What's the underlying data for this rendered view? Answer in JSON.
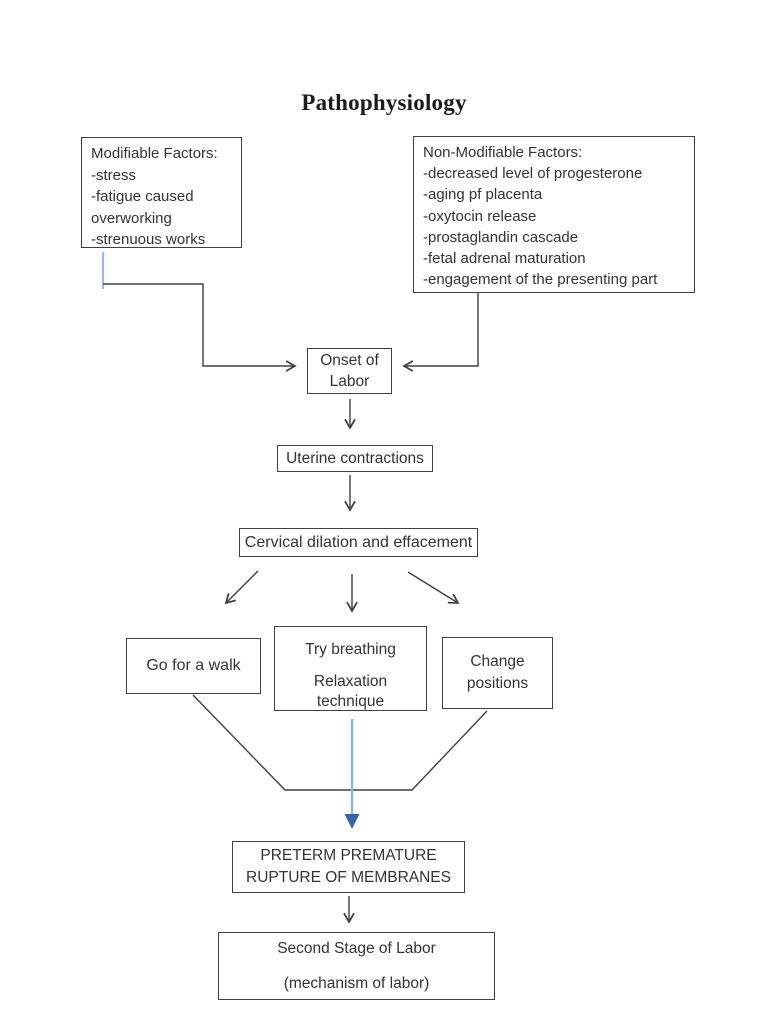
{
  "title": "Pathophysiology",
  "colors": {
    "line": "#404040",
    "box_border": "#404040",
    "accent_blue_light": "#9cbce4",
    "accent_blue_shaft": "#8eb4e3",
    "accent_blue_head": "#3766a8",
    "text": "#333333"
  },
  "boxes": {
    "modifiable": {
      "lines": [
        "Modifiable Factors:",
        "-stress",
        "-fatigue caused",
        "overworking",
        "-strenuous works"
      ]
    },
    "non_modifiable": {
      "lines": [
        "Non-Modifiable Factors:",
        "-decreased level of progesterone",
        "-aging pf placenta",
        "-oxytocin release",
        "-prostaglandin cascade",
        "-fetal adrenal maturation",
        "-engagement of the presenting part"
      ]
    },
    "onset": {
      "lines": [
        "Onset of",
        "Labor"
      ]
    },
    "uterine": {
      "label": "Uterine contractions"
    },
    "cervical": {
      "label": "Cervical dilation and effacement"
    },
    "walk": {
      "label": "Go for a walk"
    },
    "breathing": {
      "line1": "Try breathing",
      "line2": "Relaxation technique"
    },
    "change": {
      "lines": [
        "Change",
        "positions"
      ]
    },
    "preterm": {
      "lines": [
        "PRETERM PREMATURE",
        "RUPTURE OF MEMBRANES"
      ]
    },
    "second_stage": {
      "line1": "Second Stage of Labor",
      "line2": "(mechanism of labor)"
    }
  }
}
